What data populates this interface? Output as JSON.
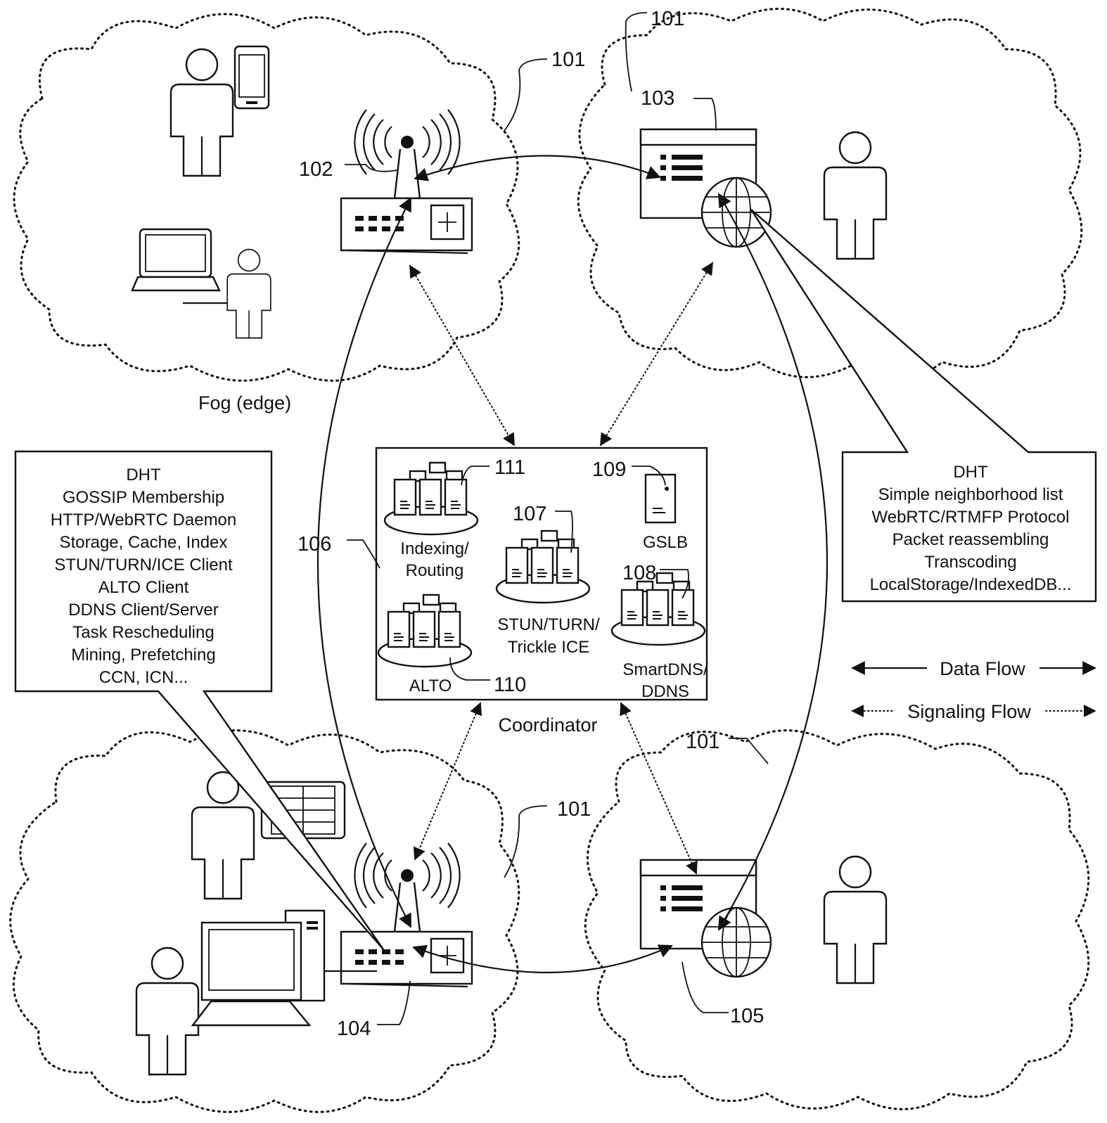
{
  "figure": {
    "fog_label": "Fog (edge)",
    "coordinator_label": "Coordinator",
    "ref_numbers": {
      "cloud_top_left": "101",
      "cloud_top_right": "101",
      "cloud_bottom_left": "101",
      "cloud_bottom_right": "101",
      "access_point_top": "102",
      "browser_top": "103",
      "access_point_bottom": "104",
      "browser_bottom": "105",
      "coordinator": "106",
      "stun_cluster": "107",
      "smartdns_cluster": "108",
      "gslb": "109",
      "alto_cluster": "110",
      "indexing_cluster": "111"
    },
    "coordinator_modules": {
      "indexing": [
        "Indexing/",
        "Routing"
      ],
      "stun": [
        "STUN/TURN/",
        "Trickle ICE"
      ],
      "gslb": "GSLB",
      "alto": "ALTO",
      "smartdns": [
        "SmartDNS/",
        "DDNS"
      ]
    },
    "left_callout": [
      "DHT",
      "GOSSIP Membership",
      "HTTP/WebRTC Daemon",
      "Storage, Cache, Index",
      "STUN/TURN/ICE Client",
      "ALTO Client",
      "DDNS Client/Server",
      "Task Rescheduling",
      "Mining, Prefetching",
      "CCN, ICN..."
    ],
    "right_callout": [
      "DHT",
      "Simple neighborhood list",
      "WebRTC/RTMFP Protocol",
      "Packet reassembling",
      "Transcoding",
      "LocalStorage/IndexedDB..."
    ],
    "legend": {
      "data_flow": "Data Flow",
      "signaling_flow": "Signaling Flow"
    },
    "icons": [
      "person-icon",
      "smartphone-icon",
      "laptop-icon",
      "tablet-icon",
      "desktop-computer-icon",
      "wireless-router-icon",
      "browser-window-icon",
      "globe-icon",
      "server-cluster-icon",
      "server-icon"
    ]
  }
}
